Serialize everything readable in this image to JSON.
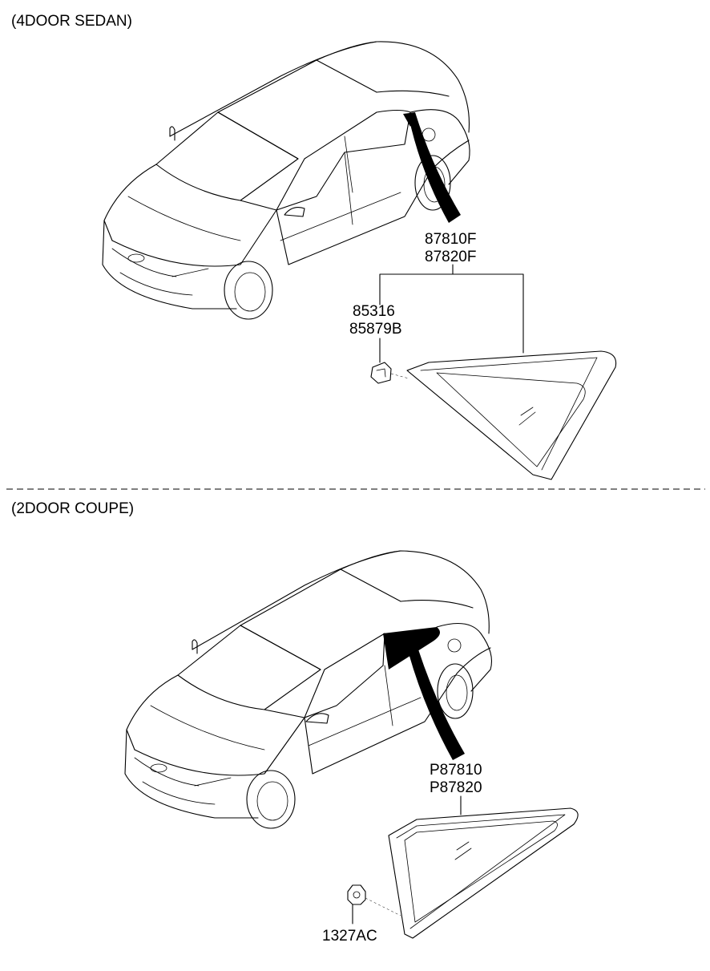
{
  "sections": [
    {
      "title": "(4DOOR SEDAN)",
      "part_numbers": [
        "87810F",
        "87820F"
      ],
      "clip_part_numbers": [
        "85316",
        "85879B"
      ]
    },
    {
      "title": "(2DOOR COUPE)",
      "part_numbers": [
        "P87810",
        "P87820"
      ],
      "clip_part_numbers": [
        "1327AC"
      ]
    }
  ]
}
